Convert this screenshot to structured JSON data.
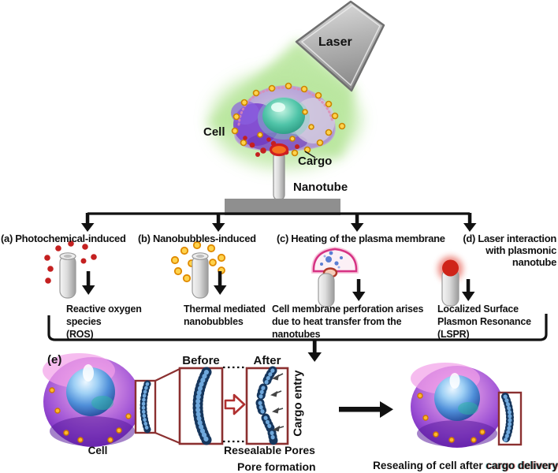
{
  "setup": {
    "laser": "Laser",
    "cell": "Cell",
    "cargo": "Cargo",
    "nanotube": "Nanotube"
  },
  "mechanisms": [
    {
      "title": "(a) Photochemical-induced",
      "result": "Reactive oxygen\nspecies\n(ROS)"
    },
    {
      "title": "(b) Nanobubbles-induced",
      "result": "Thermal mediated\nnanobubbles"
    },
    {
      "title": "(c) Heating of the plasma membrane",
      "result": "Cell membrane perforation arises\ndue to heat transfer from the\nnanotubes"
    },
    {
      "title": "(d) Laser interaction\nwith plasmonic\nnanotube",
      "result": "Localized Surface\nPlasmon Resonance\n(LSPR)"
    }
  ],
  "panel_e": {
    "label": "(e)",
    "cell": "Cell",
    "before": "Before",
    "after": "After",
    "cargo_entry": "Cargo entry",
    "resealable_pores": "Resealable Pores",
    "pore_formation": "Pore formation",
    "resealing_prefix": "Resealing of cell after ",
    "resealing_highlight": "cargo delivery"
  },
  "colors": {
    "laser_gray": "#b5b5b5",
    "beam_green": "#b9e69e",
    "platform_gray": "#8f8f8f",
    "ros_red": "#c42020",
    "cargo_fill": "#ffd34d",
    "cargo_ring": "#cc8400",
    "box_maroon": "#8b3030",
    "membrane_dark_blue": "#16365c",
    "membrane_light_blue": "#6fa8dc",
    "arrow_black": "#111111",
    "cell_purple": "#7a2fc0",
    "nucleus_teal": "#2bb5a0"
  }
}
